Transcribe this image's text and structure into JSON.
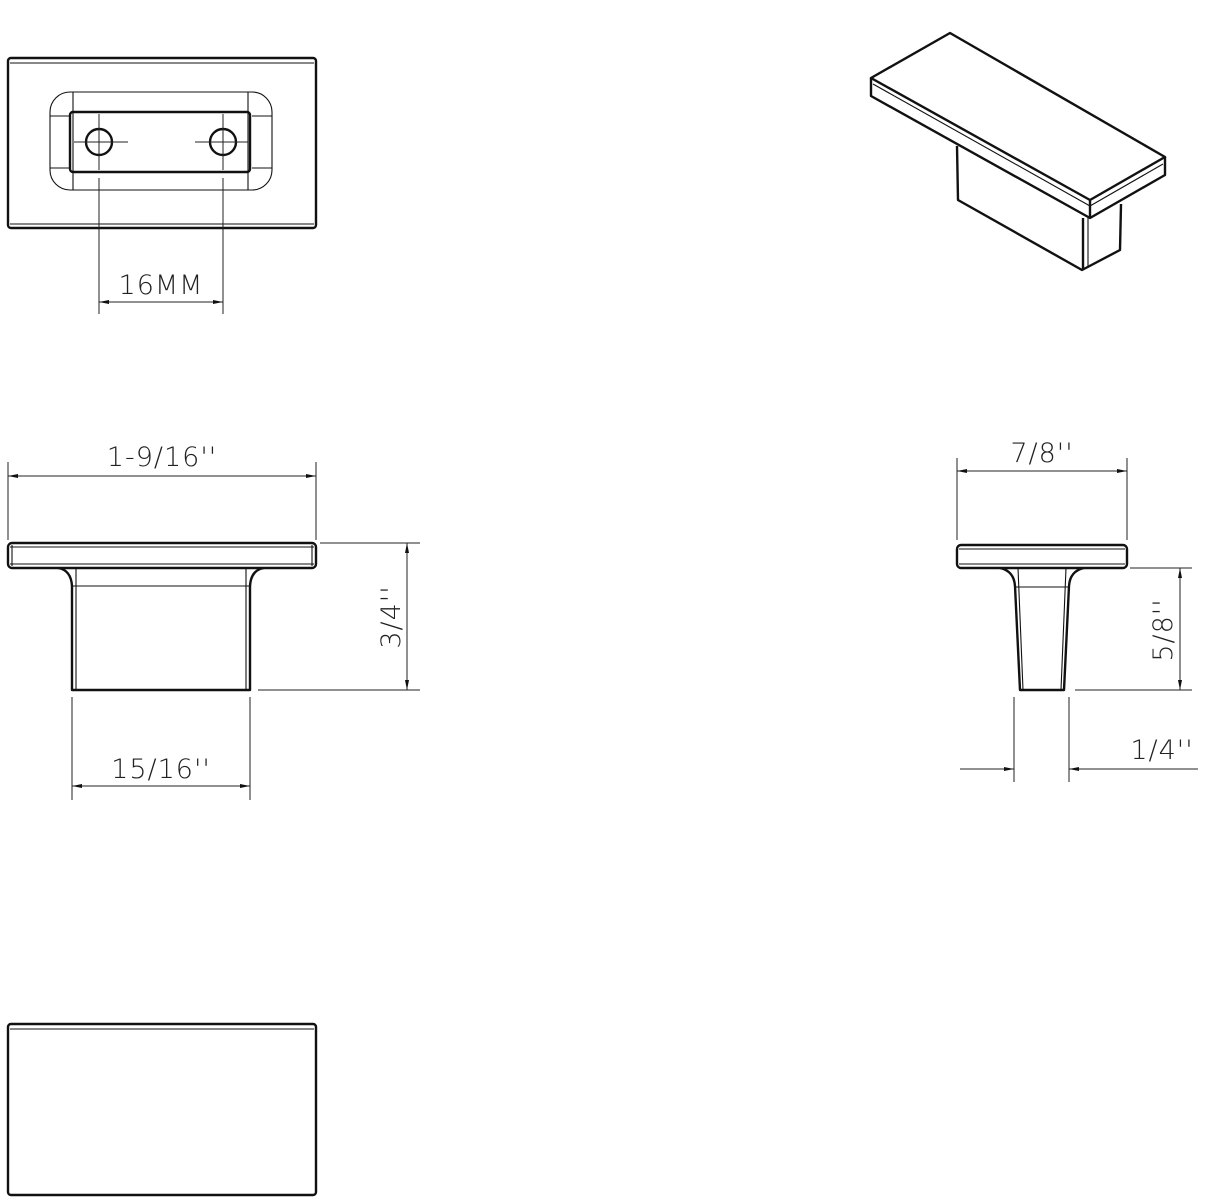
{
  "dimensions": {
    "hole_spacing": "16MM",
    "front_width": "1-9/16''",
    "front_height": "3/4''",
    "front_base_width": "15/16''",
    "side_width": "7/8''",
    "side_height": "5/8''",
    "side_base_width": "1/4''"
  },
  "colors": {
    "line": "#111111",
    "background": "#ffffff"
  }
}
